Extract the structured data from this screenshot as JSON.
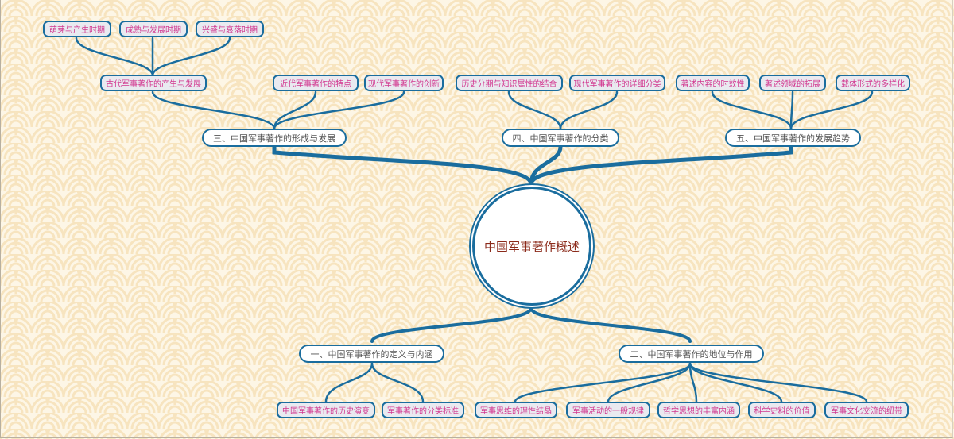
{
  "mindmap": {
    "root": {
      "label": "中国军事著作概述"
    },
    "branches": [
      {
        "label": "一、中国军事著作的定义与内涵",
        "children": [
          {
            "label": "中国军事著作的历史演变"
          },
          {
            "label": "军事著作的分类标准"
          }
        ]
      },
      {
        "label": "二、中国军事著作的地位与作用",
        "children": [
          {
            "label": "军事思维的理性结晶"
          },
          {
            "label": "军事活动的一般规律"
          },
          {
            "label": "哲学思想的丰富内涵"
          },
          {
            "label": "科学史料的价值"
          },
          {
            "label": "军事文化交流的纽带"
          }
        ]
      },
      {
        "label": "三、中国军事著作的形成与发展",
        "children": [
          {
            "label": "古代军事著作的产生与发展",
            "children": [
              {
                "label": "萌芽与产生时期"
              },
              {
                "label": "成熟与发展时期"
              },
              {
                "label": "兴盛与衰落时期"
              }
            ]
          },
          {
            "label": "近代军事著作的特点"
          },
          {
            "label": "现代军事著作的创新"
          }
        ]
      },
      {
        "label": "四、中国军事著作的分类",
        "children": [
          {
            "label": "历史分期与知识属性的结合"
          },
          {
            "label": "现代军事著作的详细分类"
          }
        ]
      },
      {
        "label": "五、中国军事著作的发展趋势",
        "children": [
          {
            "label": "著述内容的时效性"
          },
          {
            "label": "著述领域的拓展"
          },
          {
            "label": "载体形式的多样化"
          }
        ]
      }
    ]
  },
  "colors": {
    "line": "#1a6d9e",
    "leaf_text": "#d2368f",
    "leaf_fill": "#e9eaf0",
    "branch_text": "#555555",
    "root_text": "#8b2a1a",
    "background": "#fdf6e6",
    "pattern": "#fbe9c6"
  }
}
